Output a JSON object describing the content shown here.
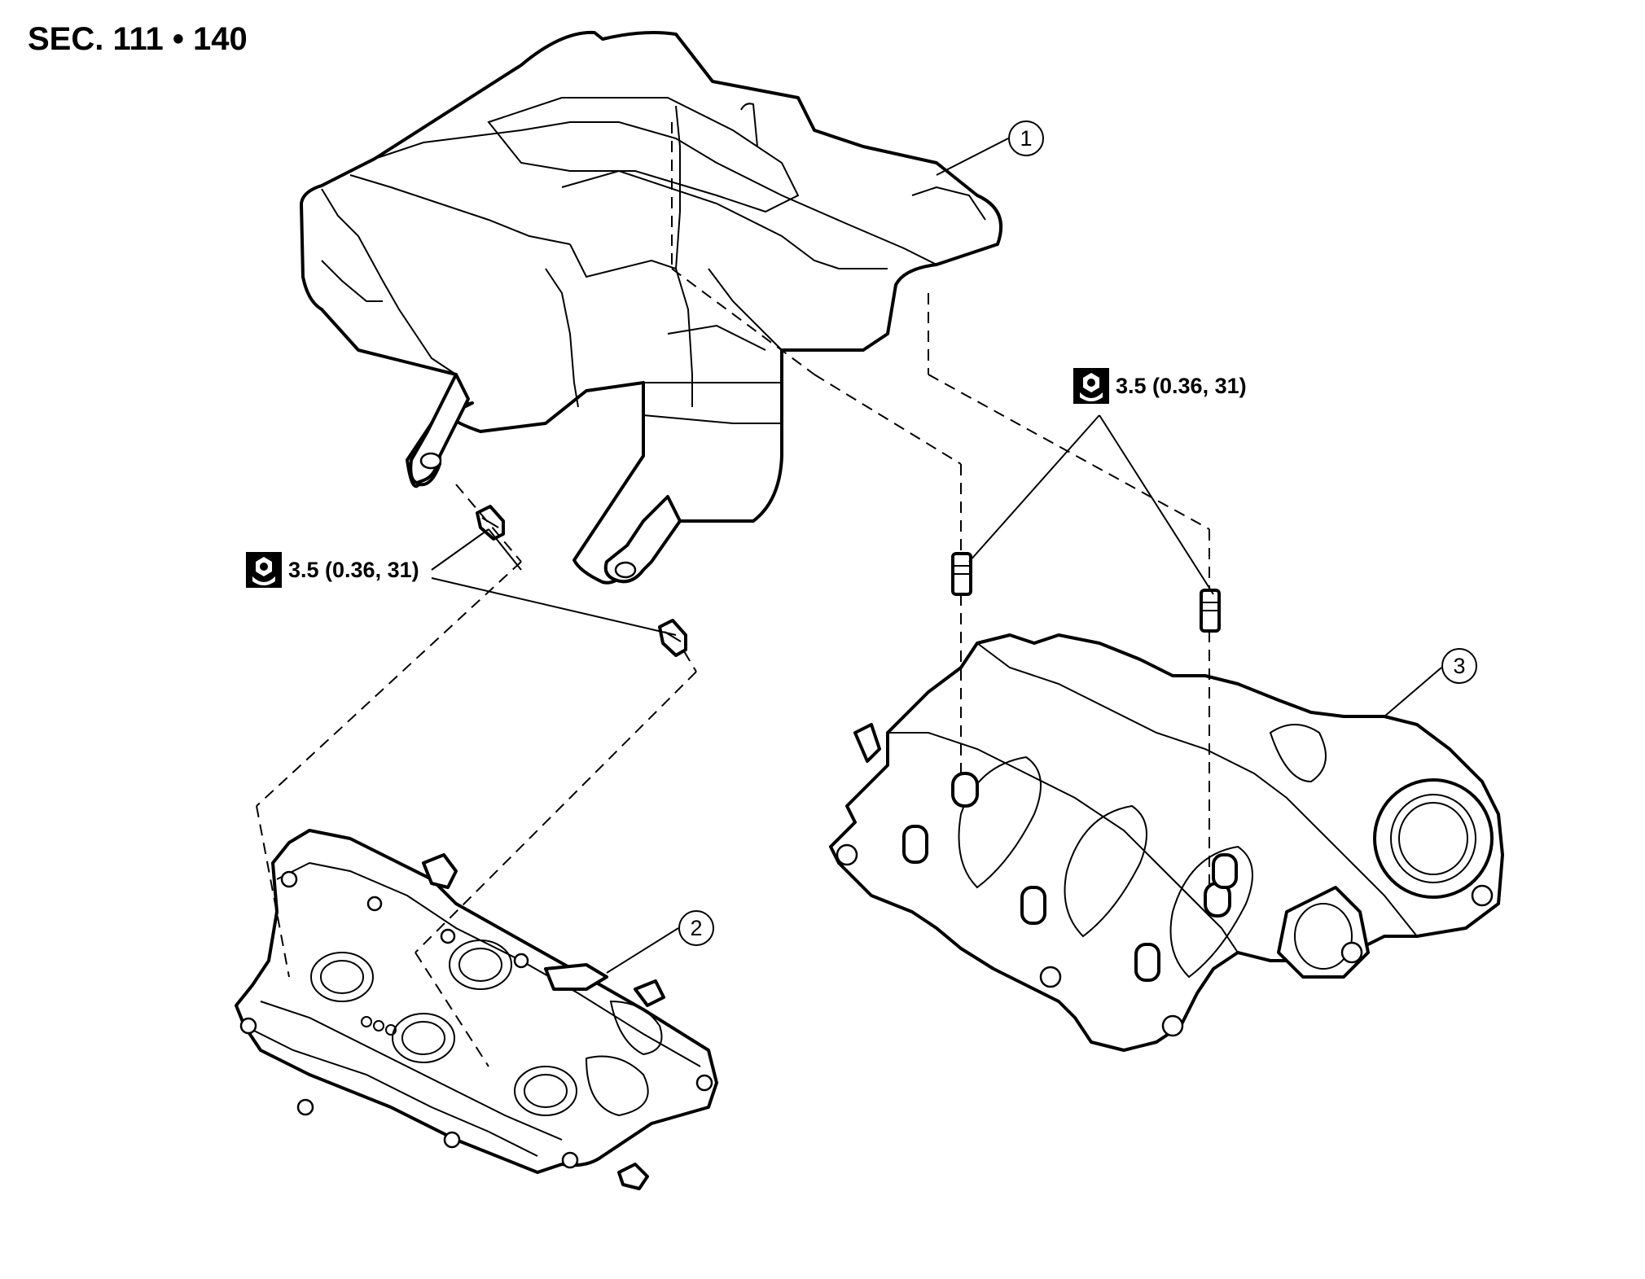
{
  "header": {
    "section_ref": "SEC. 111 • 140"
  },
  "callouts": [
    {
      "id": "1",
      "label": "1"
    },
    {
      "id": "2",
      "label": "2"
    },
    {
      "id": "3",
      "label": "3"
    }
  ],
  "torque_specs": [
    {
      "value": "3.5 (0.36, 31)",
      "icon": "torque-wrench-icon"
    },
    {
      "value": "3.5 (0.36, 31)",
      "icon": "torque-wrench-icon"
    }
  ],
  "parts": [
    {
      "callout": "1",
      "name": "intake-manifold-cover"
    },
    {
      "callout": "2",
      "name": "intake-manifold-collector"
    },
    {
      "callout": "3",
      "name": "intake-manifold"
    }
  ]
}
